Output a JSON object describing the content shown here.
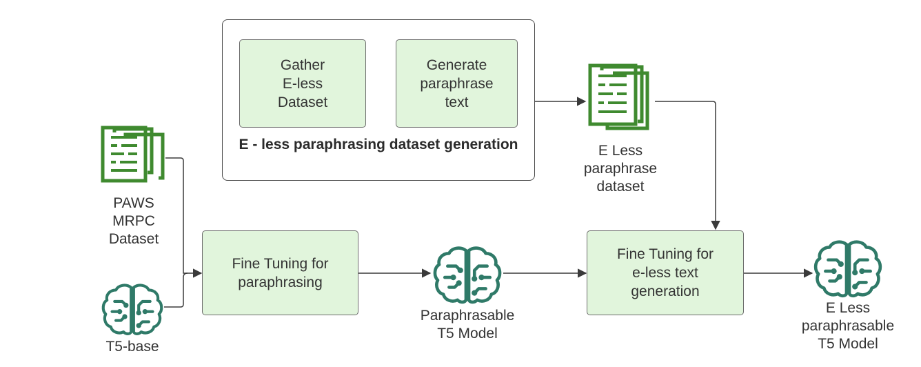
{
  "colors": {
    "step_fill": "#e1f5dc",
    "doc_icon": "#3f8a2f",
    "brain_icon": "#2f7a68",
    "arrow": "#3a3a3a"
  },
  "group": {
    "label": "E - less paraphrasing dataset\ngeneration"
  },
  "steps": {
    "gather": "Gather\nE-less\nDataset",
    "generate": "Generate\nparaphrase\ntext",
    "finetune_paraphrase": "Fine Tuning for\nparaphrasing",
    "finetune_eless": "Fine Tuning for\ne-less text\ngeneration"
  },
  "nodes": {
    "paws_mrpc": {
      "label": "PAWS\nMRPC\nDataset",
      "icon": "document-icon"
    },
    "t5_base": {
      "label": "T5-base",
      "icon": "brain-circuit-icon"
    },
    "eless_dataset": {
      "label": "E Less\nparaphrase\ndataset",
      "icon": "document-icon"
    },
    "paraphrasable_t5": {
      "label": "Paraphrasable\nT5 Model",
      "icon": "brain-circuit-icon"
    },
    "eless_paraphrasable_t5": {
      "label": "E Less\nparaphrasable\nT5 Model",
      "icon": "brain-circuit-icon"
    }
  }
}
